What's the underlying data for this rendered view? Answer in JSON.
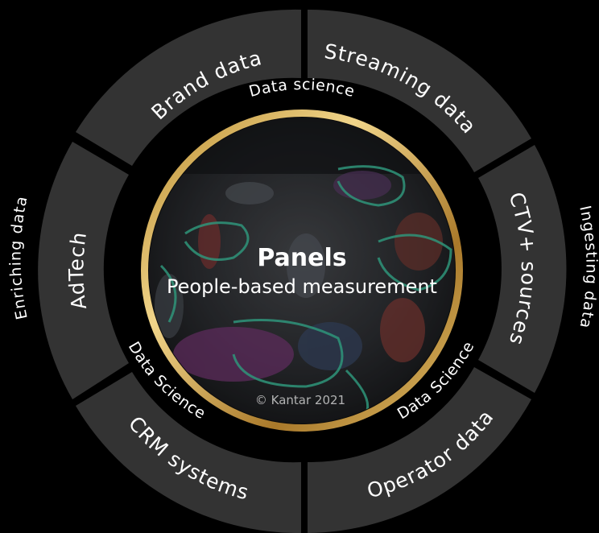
{
  "colors": {
    "background": "#000000",
    "segment": "#333333",
    "inner_ring": "#000000",
    "gold": "#c9a24b",
    "photo_dark": "#2b2c2e",
    "teal_lines": "#3fc7a3"
  },
  "segments": {
    "brand_data": "Brand data",
    "streaming_data": "Streaming data",
    "ctv_sources": "CTV+ sources",
    "operator_data": "Operator data",
    "crm_systems": "CRM systems",
    "adtech": "AdTech"
  },
  "inner_ring": {
    "top": "Data science",
    "bottom_left": "Data Science",
    "bottom_right": "Data Science"
  },
  "side_labels": {
    "left": "Enriching data",
    "right": "Ingesting data"
  },
  "center": {
    "title": "Panels",
    "subtitle": "People-based measurement",
    "copyright": "© Kantar 2021",
    "photo_icon": "people-measurement-photo"
  }
}
